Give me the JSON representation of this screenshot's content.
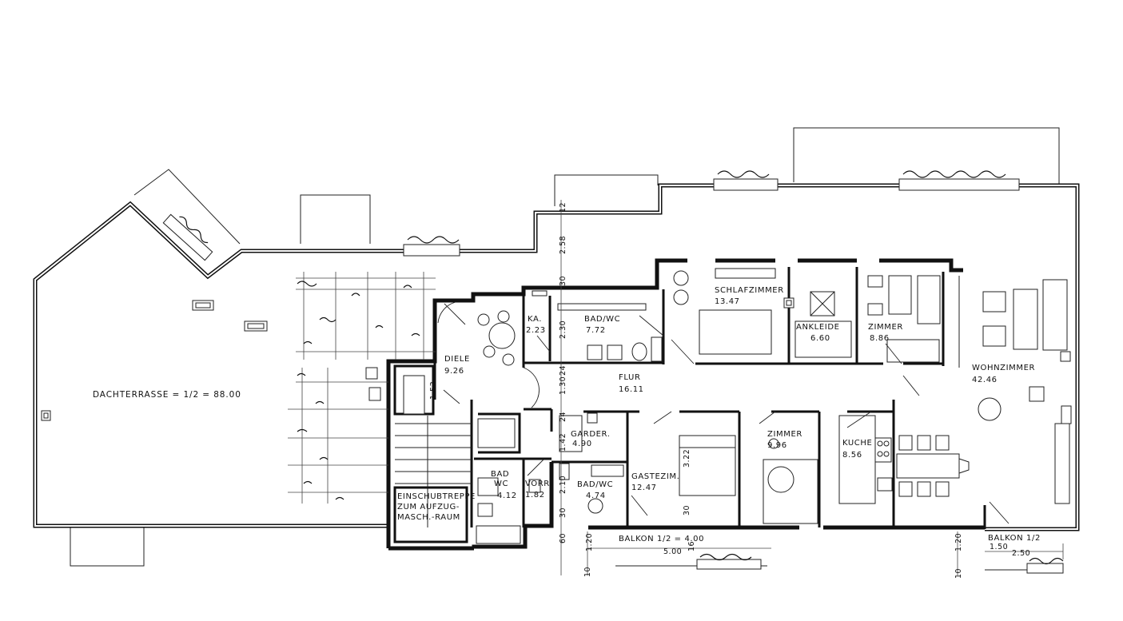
{
  "rooms": {
    "dachterrasse": "DACHTERRASSE = 1/2 = 88.00",
    "diele": "DIELE",
    "diele_area": "9.26",
    "ka": "KA.",
    "ka_area": "2.23",
    "bad_wc_1": "BAD/WC",
    "bad_wc_1_area": "7.72",
    "schlafzimmer": "SCHLAFZIMMER",
    "schlafzimmer_area": "13.47",
    "ankleide": "ANKLEIDE",
    "ankleide_area": "6.60",
    "zimmer_1": "ZIMMER",
    "zimmer_1_area": "8.86",
    "wohnzimmer": "WOHNZIMMER",
    "wohnzimmer_area": "42.46",
    "flur": "FLUR",
    "flur_area": "16.11",
    "garder": "GARDER.",
    "garder_area": "4.90",
    "zimmer_2": "ZIMMER",
    "zimmer_2_area": "9.96",
    "kuche": "KUCHE",
    "kuche_area": "8.56",
    "gastezim": "GASTEZIM.",
    "gastezim_area": "12.47",
    "bad_wc_2": "BAD/WC",
    "bad_wc_2_area": "4.74",
    "bad_wc_3_line1": "BAD",
    "bad_wc_3_line2": "WC",
    "bad_wc_3_area": "4.12",
    "vorr": "VORR.",
    "vorr_area": "1.82",
    "einschub_1": "EINSCHUBTREPPE",
    "einschub_2": "ZUM AUFZUG-",
    "einschub_3": "MASCH.-RAUM",
    "balkon_1": "BALKON 1/2 = 4.00",
    "balkon_2": "BALKON 1/2"
  },
  "dimensions": {
    "d12": "12",
    "d258": "2.58",
    "d30a": "30",
    "d230": "2.30",
    "d130": "1.30",
    "d24a": "24",
    "d153": "1.53",
    "d142": "1.42",
    "d24b": "24",
    "d210": "2.10",
    "d30b": "30",
    "d322": "3.22",
    "d30c": "30",
    "d60": "60",
    "d120a": "1.20",
    "d500": "5.00",
    "d16": "16",
    "d10a": "10",
    "d120b": "1.20",
    "d150": "1.50",
    "d250": "2.50",
    "d10b": "10"
  },
  "icons": [
    "plant-box-icon",
    "chimney-icon",
    "skylight-icon",
    "pergola-icon",
    "stair-icon",
    "door-swing-icon"
  ]
}
